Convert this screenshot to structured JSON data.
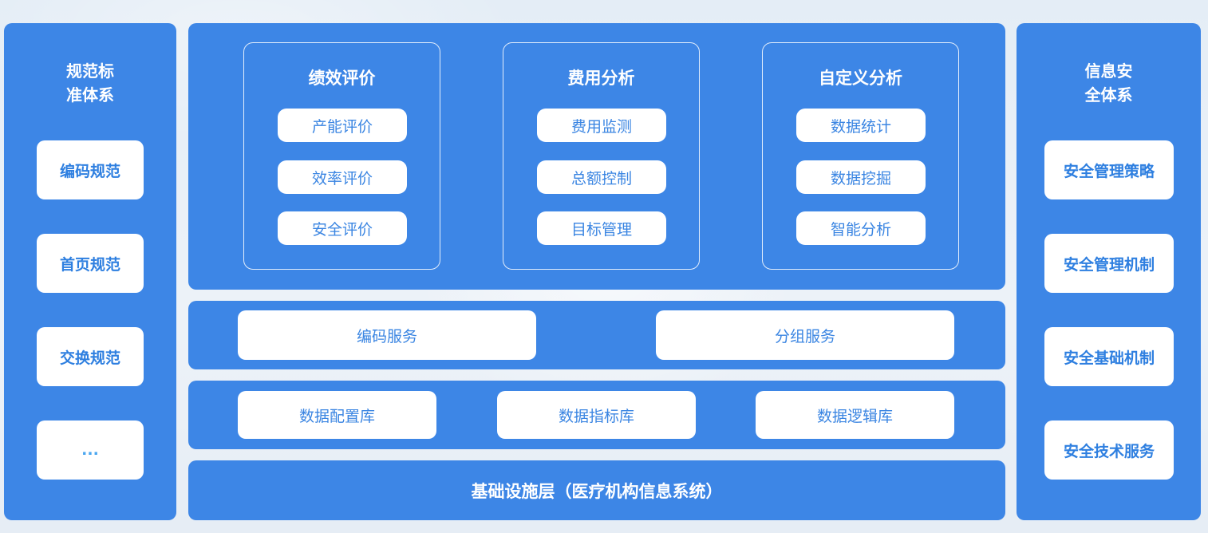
{
  "left_panel": {
    "title_line1": "规范标",
    "title_line2": "准体系",
    "items": [
      "编码规范",
      "首页规范",
      "交换规范",
      "..."
    ]
  },
  "right_panel": {
    "title_line1": "信息安",
    "title_line2": "全体系",
    "items": [
      "安全管理策略",
      "安全管理机制",
      "安全基础机制",
      "安全技术服务"
    ]
  },
  "analysis_layer": {
    "cards": [
      {
        "title": "绩效评价",
        "items": [
          "产能评价",
          "效率评价",
          "安全评价"
        ]
      },
      {
        "title": "费用分析",
        "items": [
          "费用监测",
          "总额控制",
          "目标管理"
        ]
      },
      {
        "title": "自定义分析",
        "items": [
          "数据统计",
          "数据挖掘",
          "智能分析"
        ]
      }
    ]
  },
  "service_layer": {
    "items": [
      "编码服务",
      "分组服务"
    ]
  },
  "data_layer": {
    "items": [
      "数据配置库",
      "数据指标库",
      "数据逻辑库"
    ]
  },
  "infra_layer": {
    "label": "基础设施层（医疗机构信息系统）"
  },
  "colors": {
    "panel_blue": "#3d86e6",
    "text_blue": "#3a85e2",
    "background": "#e9eff7"
  }
}
